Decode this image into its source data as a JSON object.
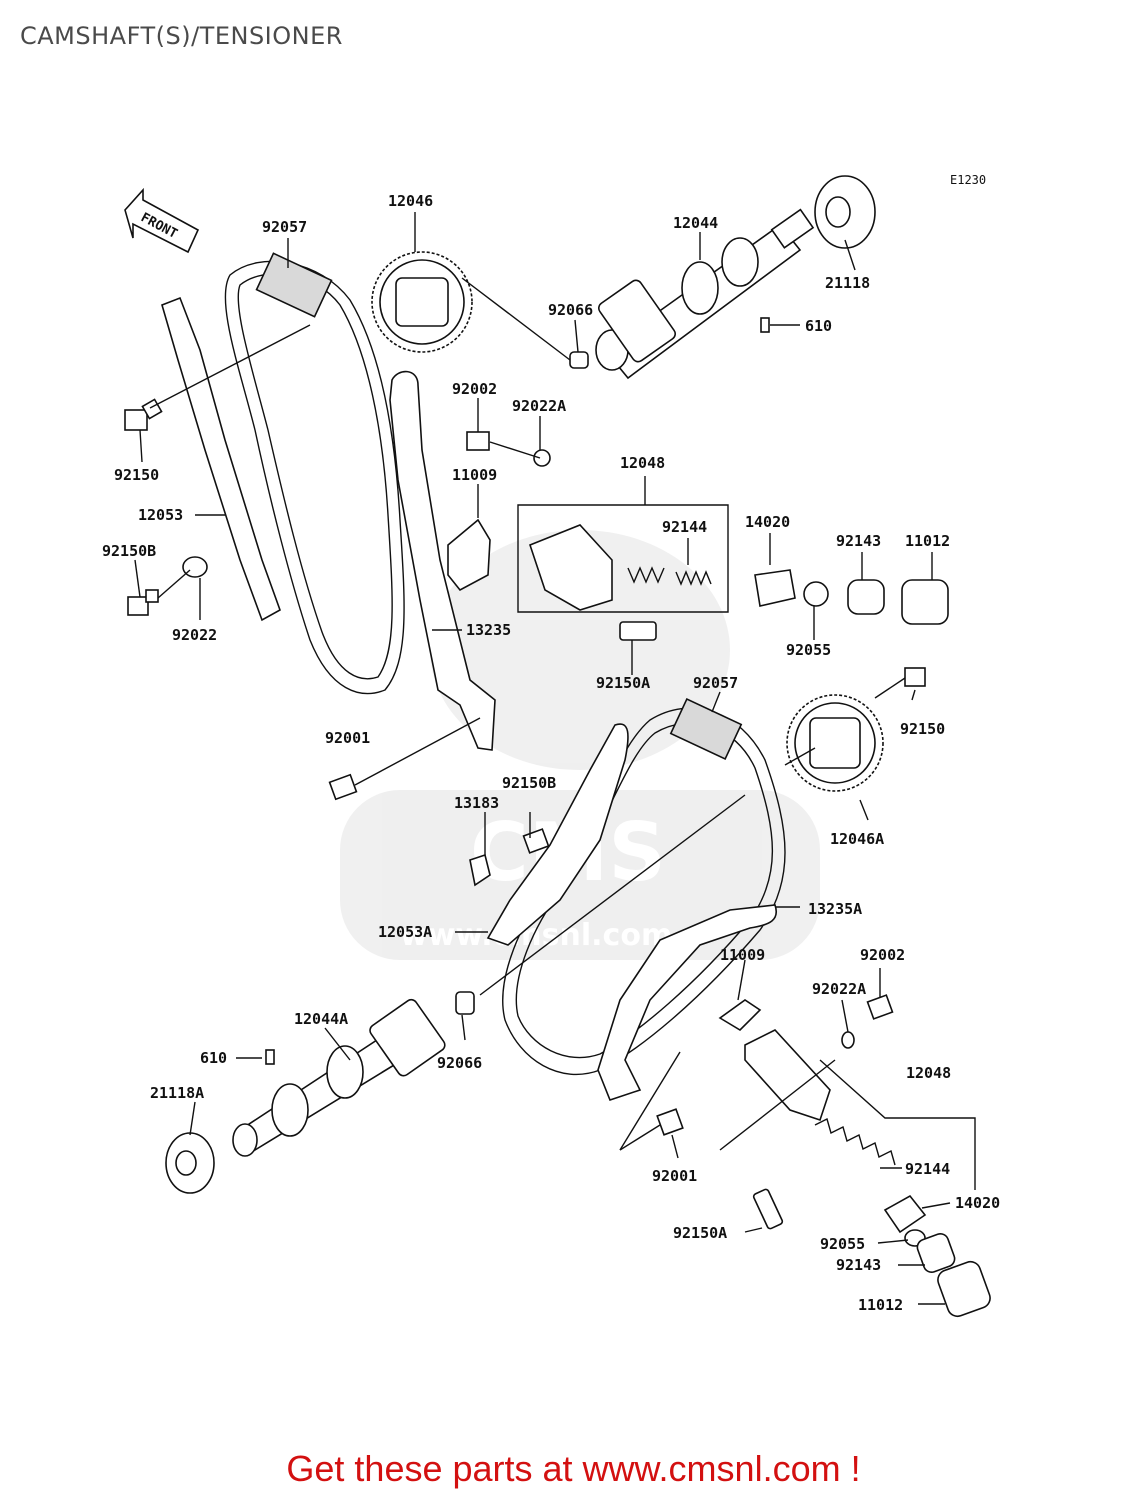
{
  "title": "CAMSHAFT(S)/TENSIONER",
  "diagram_code": "E1230",
  "front_label": "FRONT",
  "watermark": {
    "text": "CMS",
    "url": "www.cmsnl.com"
  },
  "promo": "Get these parts at www.cmsnl.com !",
  "part_labels": [
    {
      "id": "l1",
      "text": "12046"
    },
    {
      "id": "l2",
      "text": "92057"
    },
    {
      "id": "l3",
      "text": "12044"
    },
    {
      "id": "l4",
      "text": "21118"
    },
    {
      "id": "l5",
      "text": "92066"
    },
    {
      "id": "l6",
      "text": "610"
    },
    {
      "id": "l7",
      "text": "92002"
    },
    {
      "id": "l8",
      "text": "92022A"
    },
    {
      "id": "l9",
      "text": "92150"
    },
    {
      "id": "l10",
      "text": "11009"
    },
    {
      "id": "l11",
      "text": "12048"
    },
    {
      "id": "l12",
      "text": "12053"
    },
    {
      "id": "l13",
      "text": "92144"
    },
    {
      "id": "l14",
      "text": "14020"
    },
    {
      "id": "l15",
      "text": "92143"
    },
    {
      "id": "l16",
      "text": "11012"
    },
    {
      "id": "l17",
      "text": "92150B"
    },
    {
      "id": "l18",
      "text": "92022"
    },
    {
      "id": "l19",
      "text": "13235"
    },
    {
      "id": "l20",
      "text": "92055"
    },
    {
      "id": "l21",
      "text": "92150A"
    },
    {
      "id": "l22",
      "text": "92057"
    },
    {
      "id": "l23",
      "text": "92001"
    },
    {
      "id": "l24",
      "text": "92150"
    },
    {
      "id": "l25",
      "text": "92150B"
    },
    {
      "id": "l26",
      "text": "13183"
    },
    {
      "id": "l27",
      "text": "12046A"
    },
    {
      "id": "l28",
      "text": "13235A"
    },
    {
      "id": "l29",
      "text": "12053A"
    },
    {
      "id": "l30",
      "text": "11009"
    },
    {
      "id": "l31",
      "text": "92002"
    },
    {
      "id": "l32",
      "text": "92022A"
    },
    {
      "id": "l33",
      "text": "12044A"
    },
    {
      "id": "l34",
      "text": "610"
    },
    {
      "id": "l35",
      "text": "92066"
    },
    {
      "id": "l36",
      "text": "12048"
    },
    {
      "id": "l37",
      "text": "21118A"
    },
    {
      "id": "l38",
      "text": "92144"
    },
    {
      "id": "l39",
      "text": "92001"
    },
    {
      "id": "l40",
      "text": "14020"
    },
    {
      "id": "l41",
      "text": "92150A"
    },
    {
      "id": "l42",
      "text": "92055"
    },
    {
      "id": "l43",
      "text": "92143"
    },
    {
      "id": "l44",
      "text": "11012"
    }
  ]
}
